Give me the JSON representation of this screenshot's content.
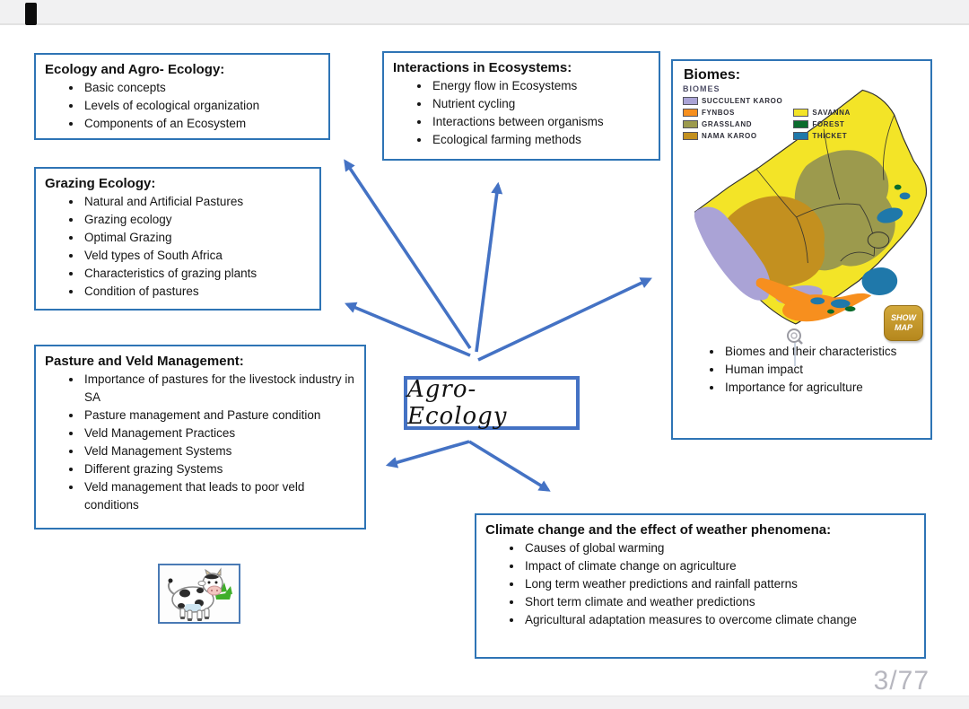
{
  "page": {
    "number_label": "3/77"
  },
  "center": {
    "label": "Agro-Ecology"
  },
  "colors": {
    "box_border": "#2e74b5",
    "center_border": "#4472c4",
    "arrow": "#4472c4",
    "page_number": "#b7b7bf",
    "show_map_bg": "#bb8e22"
  },
  "boxes": {
    "ecology": {
      "title": "Ecology and Agro- Ecology:",
      "items": [
        "Basic concepts",
        "Levels of ecological organization",
        "Components of an Ecosystem"
      ]
    },
    "interactions": {
      "title": "Interactions in Ecosystems:",
      "items": [
        "Energy flow in Ecosystems",
        "Nutrient cycling",
        "Interactions between organisms",
        "Ecological farming methods"
      ]
    },
    "grazing": {
      "title": "Grazing Ecology:",
      "items": [
        "Natural and Artificial Pastures",
        "Grazing ecology",
        "Optimal Grazing",
        "Veld types of South Africa",
        "Characteristics of grazing plants",
        "Condition of pastures"
      ]
    },
    "pasture": {
      "title": "Pasture and Veld Management:",
      "items": [
        "Importance of pastures for the livestock industry in SA",
        "Pasture management and Pasture condition",
        "Veld Management Practices",
        "Veld Management Systems",
        "Different grazing Systems",
        "Veld management that leads to poor veld conditions"
      ]
    },
    "climate": {
      "title": "Climate change and the effect of weather phenomena:",
      "items": [
        "Causes of global warming",
        "Impact of climate change on agriculture",
        "Long term weather predictions and rainfall patterns",
        "Short term climate and weather predictions",
        "Agricultural adaptation measures to overcome climate change"
      ]
    },
    "biomes": {
      "title": "Biomes:",
      "legend_title": "BIOMES",
      "legend_left": [
        {
          "label": "SUCCULENT KAROO",
          "color": "#aaa3d6"
        },
        {
          "label": "FYNBOS",
          "color": "#f78f1e"
        },
        {
          "label": "GRASSLAND",
          "color": "#9c9a4d"
        },
        {
          "label": "NAMA KAROO",
          "color": "#c3901f"
        }
      ],
      "legend_right": [
        {
          "label": "SAVANNA",
          "color": "#f3e427"
        },
        {
          "label": "FOREST",
          "color": "#0a6b2d"
        },
        {
          "label": "THICKET",
          "color": "#1f78aa"
        }
      ],
      "show_map_label": "SHOW MAP",
      "items": [
        "Biomes and their characteristics",
        "Human impact",
        "Importance for agriculture"
      ]
    }
  }
}
